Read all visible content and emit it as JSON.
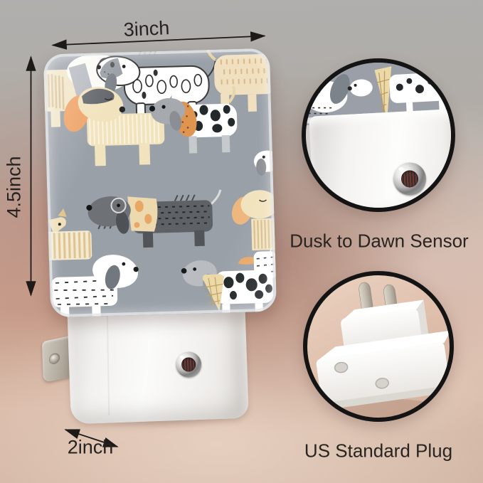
{
  "annotations": {
    "width_label": "3inch",
    "height_label": "4.5inch",
    "depth_label": "2inch"
  },
  "callouts": {
    "sensor_label": "Dusk to Dawn Sensor",
    "plug_label": "US Standard Plug"
  },
  "artwork": {
    "panel_pattern": "cartoon dachshund dogs on gray",
    "panel_gray": "#9aa0a8",
    "cream": "#f1e3bd",
    "orange": "#e9a765",
    "dark_gray": "#5e6267",
    "white": "#ffffff"
  },
  "icons": {
    "width_arrow": "double-headed-arrow",
    "height_arrow": "double-headed-arrow",
    "depth_arrow": "double-headed-arrow",
    "sensor": "dusk-to-dawn-photocell",
    "plug": "us-two-prong-plug"
  },
  "colors": {
    "annotation_ink": "#26221f",
    "callout_border": "#141414",
    "background_gray": "#b0afad",
    "background_pink": "#d7b4a2",
    "plug_white": "#f6f5f3"
  }
}
